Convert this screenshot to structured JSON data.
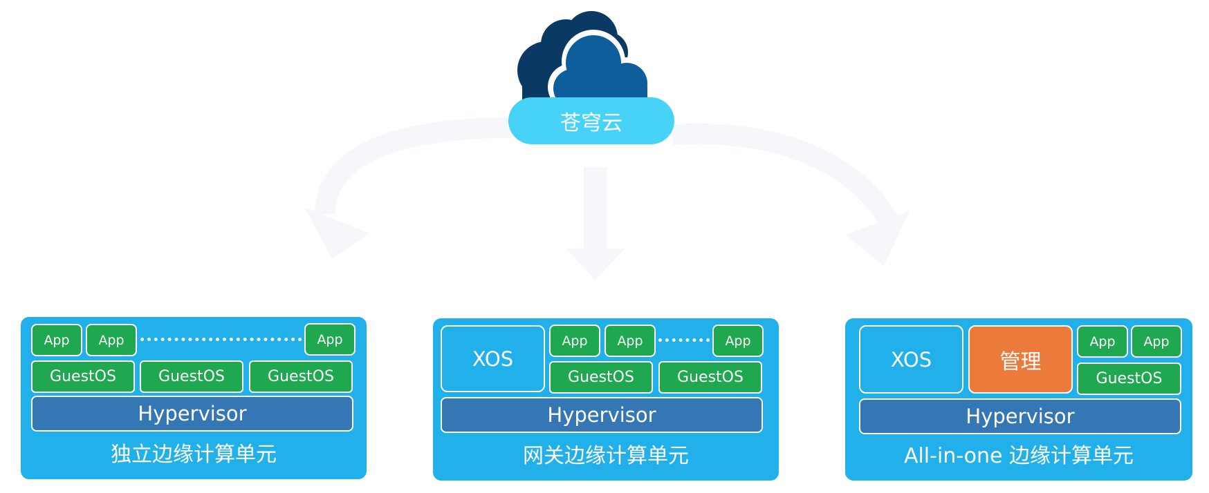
{
  "cloud": {
    "label": "苍穹云"
  },
  "units": [
    {
      "label": "独立边缘计算单元",
      "apps": [
        "App",
        "App",
        "App"
      ],
      "guests": [
        "GuestOS",
        "GuestOS",
        "GuestOS"
      ],
      "hypervisor": "Hypervisor"
    },
    {
      "label": "网关边缘计算单元",
      "xos": "XOS",
      "apps": [
        "App",
        "App",
        "App"
      ],
      "guests": [
        "GuestOS",
        "GuestOS"
      ],
      "hypervisor": "Hypervisor"
    },
    {
      "label": "All-in-one 边缘计算单元",
      "xos": "XOS",
      "mgmt": "管理",
      "apps": [
        "App",
        "App"
      ],
      "guests": [
        "GuestOS"
      ],
      "hypervisor": "Hypervisor"
    }
  ],
  "colors": {
    "panel": "#22b0ea",
    "app_green": "#1fa84f",
    "hypervisor_blue": "#3576b4",
    "management_orange": "#ec7b3b",
    "cloud_dark": "#0a3a63",
    "cloud_mid": "#0e5e9c",
    "cloud_label": "#46d3f7",
    "arrow": "#f5f7fa"
  }
}
